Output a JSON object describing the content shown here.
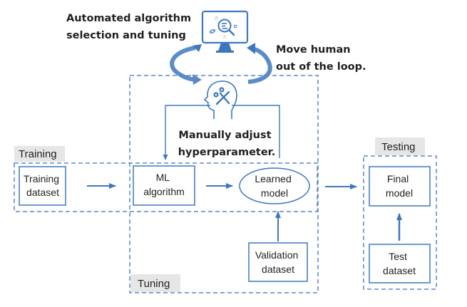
{
  "colors": {
    "accent": "#3d78bf",
    "dash": "#5b87c5",
    "tag_bg": "#e6e6e6",
    "text": "#231f20"
  },
  "annotations": {
    "automated": [
      "Automated algorithm",
      "selection and tuning"
    ],
    "move_human": [
      "Move human",
      "out of the loop."
    ],
    "manual": [
      "Manually adjust",
      "hyperparameter."
    ]
  },
  "groups": {
    "training": "Training",
    "tuning": "Tuning",
    "testing": "Testing"
  },
  "nodes": {
    "training_dataset": [
      "Training",
      "dataset"
    ],
    "ml_algorithm": [
      "ML",
      "algorithm"
    ],
    "learned_model": [
      "Learned",
      "model"
    ],
    "validation_dataset": [
      "Validation",
      "dataset"
    ],
    "final_model": [
      "Final",
      "model"
    ],
    "test_dataset": [
      "Test",
      "dataset"
    ]
  },
  "icons": {
    "computer": "monitor-search-icon",
    "human": "head-gears-icon"
  },
  "edges": [
    {
      "from": "training_dataset",
      "to": "ml_algorithm"
    },
    {
      "from": "ml_algorithm",
      "to": "learned_model"
    },
    {
      "from": "validation_dataset",
      "to": "learned_model"
    },
    {
      "from": "tuning",
      "to": "final_model"
    },
    {
      "from": "test_dataset",
      "to": "final_model"
    },
    {
      "from": "human",
      "to": "ml_algorithm",
      "label": "manual"
    }
  ]
}
